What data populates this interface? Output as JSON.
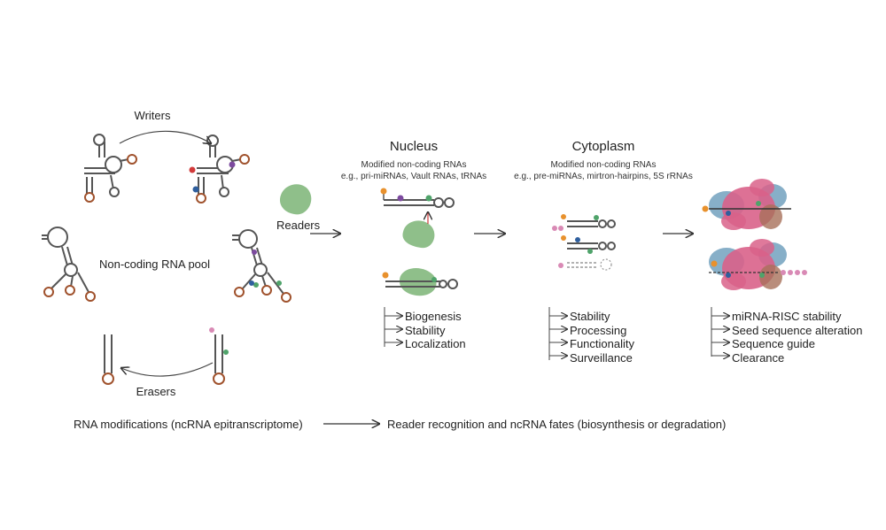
{
  "left": {
    "writers": "Writers",
    "erasers": "Erasers",
    "pool": "Non-coding RNA pool",
    "readers": "Readers"
  },
  "nucleus": {
    "title": "Nucleus",
    "sub1": "Modified non-coding RNAs",
    "sub2": "e.g., pri-miRNAs, Vault RNAs, tRNAs",
    "fates": [
      "Biogenesis",
      "Stability",
      "Localization"
    ]
  },
  "cytoplasm": {
    "title": "Cytoplasm",
    "sub1": "Modified non-coding RNAs",
    "sub2": "e.g., pre-miRNAs, mirtron-hairpins, 5S rRNAs",
    "fates": [
      "Stability",
      "Processing",
      "Functionality",
      "Surveillance"
    ]
  },
  "risc": {
    "fates": [
      "miRNA-RISC stability",
      "Seed sequence alteration",
      "Sequence guide",
      "Clearance"
    ]
  },
  "bottom": {
    "left": "RNA modifications (ncRNA epitranscriptome)",
    "right": "Reader recognition and ncRNA fates (biosynthesis or degradation)"
  },
  "colors": {
    "rna_stem": "#555555",
    "rna_loop": "#a0522d",
    "reader": "#8fbf8a",
    "ago_pink": "#d9628a",
    "ago_blue": "#7aa6c2",
    "ago_brown": "#a8705a",
    "mod_orange": "#e8912d",
    "mod_purple": "#7c4a9e",
    "mod_green": "#4fa36a",
    "mod_blue": "#2f5f9e",
    "mod_pink": "#d98ab5",
    "mod_red": "#d23a3a"
  }
}
